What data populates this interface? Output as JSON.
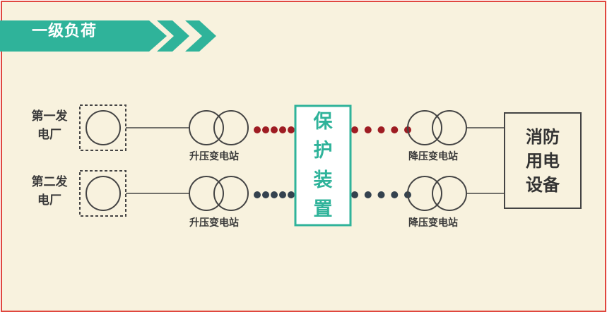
{
  "header": {
    "title": "一级负荷"
  },
  "plants": [
    {
      "line1": "第一发",
      "line2": "电厂"
    },
    {
      "line1": "第二发",
      "line2": "电厂"
    }
  ],
  "step_up_label": "升压变电站",
  "step_down_label": "降压变电站",
  "protection": {
    "chars": [
      "保",
      "护",
      "装",
      "置"
    ]
  },
  "device": {
    "lines": [
      "消防",
      "用电",
      "设备"
    ]
  },
  "colors": {
    "banner": "#2fb39a",
    "border": "#e0473f",
    "line_top": "#9e1c22",
    "line_bottom": "#34424e",
    "protect_border": "#2fb39a"
  }
}
